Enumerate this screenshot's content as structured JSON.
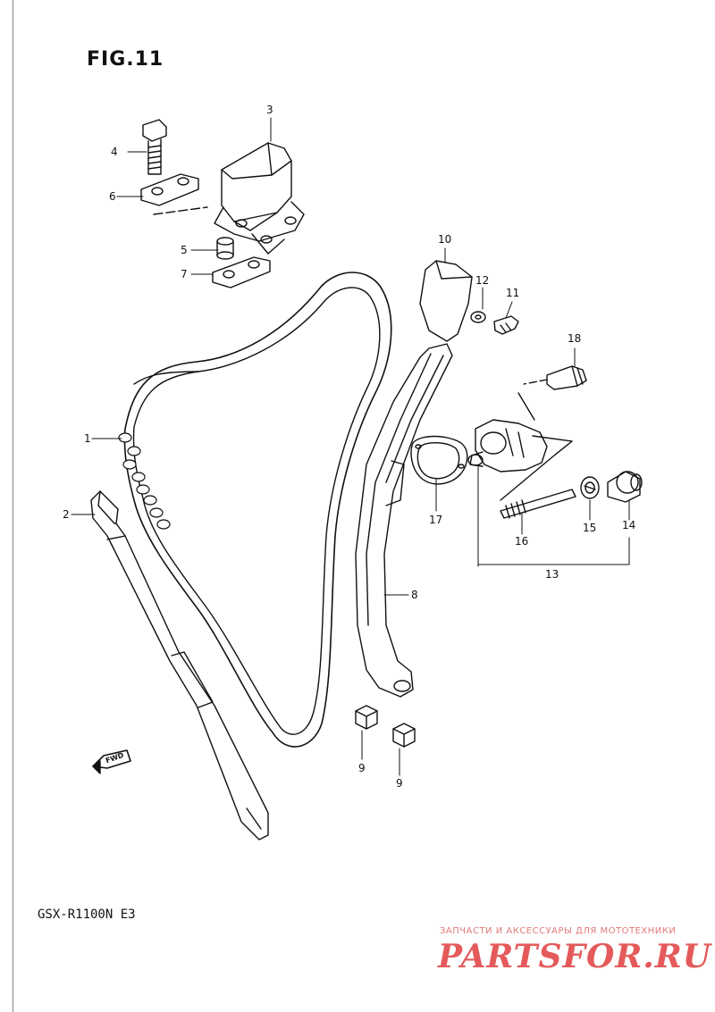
{
  "figure": {
    "title": "FIG.11"
  },
  "model": {
    "code": "GSX-R1100N E3"
  },
  "callouts": [
    {
      "id": "c1",
      "label": "1"
    },
    {
      "id": "c2",
      "label": "2"
    },
    {
      "id": "c3",
      "label": "3"
    },
    {
      "id": "c4",
      "label": "4"
    },
    {
      "id": "c5",
      "label": "5"
    },
    {
      "id": "c6",
      "label": "6"
    },
    {
      "id": "c7",
      "label": "7"
    },
    {
      "id": "c8",
      "label": "8"
    },
    {
      "id": "c9a",
      "label": "9"
    },
    {
      "id": "c9b",
      "label": "9"
    },
    {
      "id": "c10",
      "label": "10"
    },
    {
      "id": "c11",
      "label": "11"
    },
    {
      "id": "c12",
      "label": "12"
    },
    {
      "id": "c13",
      "label": "13"
    },
    {
      "id": "c14",
      "label": "14"
    },
    {
      "id": "c15",
      "label": "15"
    },
    {
      "id": "c16",
      "label": "16"
    },
    {
      "id": "c17",
      "label": "17"
    },
    {
      "id": "c18",
      "label": "18"
    }
  ],
  "fwd_marker": {
    "text": "FWD"
  },
  "watermark": {
    "subtitle": "ЗАПЧАСТИ И АКСЕССУАРЫ ДЛЯ МОТОТЕХНИКИ",
    "logo": "PARTSFOR.RU"
  }
}
